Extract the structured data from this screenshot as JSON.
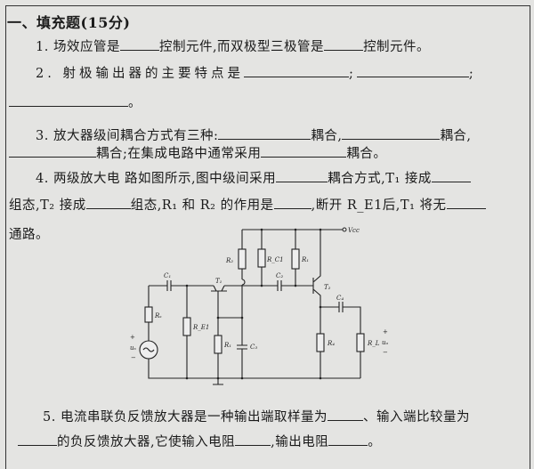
{
  "section_title": "一、填充题(15分)",
  "q1": {
    "a": "1. 场效应管是",
    "b": "控制元件,而双极型三极管是",
    "c": "控制元件。"
  },
  "q2": {
    "a": "2. 射极输出器的主要特点是",
    "sep1": ";",
    "sep2": ";",
    "end": "。"
  },
  "q3": {
    "a": "3. 放大器级间耦合方式有三种:",
    "b": "耦合,",
    "c": "耦合,",
    "d": "耦合;在集成电路中通常采用",
    "e": "耦合。"
  },
  "q4": {
    "a": "4. 两级放大电 路如图所示,图中级间采用",
    "b": "耦合方式,T₁ 接成",
    "c": "组态,T₂ 接成",
    "d": "组态,R₁ 和 R₂ 的作用是",
    "e": ",断开 R_E1后,T₁ 将无",
    "f": "通路。"
  },
  "circuit": {
    "vcc": "Vcc",
    "c1": "C₁",
    "t1": "T₁",
    "r2": "R₂",
    "rc1": "R_C1",
    "r1_top": "R₁",
    "c2": "C₂",
    "t2": "T₂",
    "c4": "C₄",
    "rs": "Rₛ",
    "re1": "R_E1",
    "r1": "R₁",
    "c3": "C₃",
    "r4": "R₄",
    "rl": "R_L",
    "us": "uₛ",
    "uo": "uₒ",
    "plus": "+",
    "minus": "−"
  },
  "q5": {
    "a": "5. 电流串联负反馈放大器是一种输出端取样量为",
    "b": "、输入端比较量为",
    "c": "的负反馈放大器,它使输入电阻",
    "d": ",输出电阻",
    "e": "。"
  }
}
